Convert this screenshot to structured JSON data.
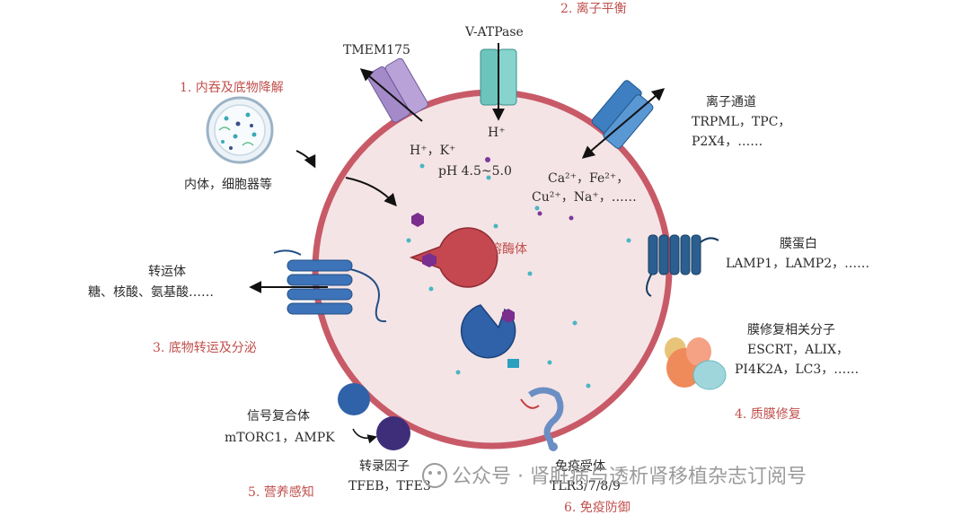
{
  "categories": {
    "c1": "1. 内吞及底物降解",
    "c2": "2. 离子平衡",
    "c3": "3. 底物转运及分泌",
    "c4": "4. 质膜修复",
    "c5": "5. 营养感知",
    "c6": "6. 免疫防御"
  },
  "center_label": "溶酶体",
  "labels": {
    "tmem175": "TMEM175",
    "vatpase": "V-ATPase",
    "h_k": "H⁺，K⁺",
    "h": "H⁺",
    "ph": "pH 4.5~5.0",
    "ions_1": "Ca²⁺，Fe²⁺，",
    "ions_2": "Cu²⁺，Na⁺，……",
    "channel_title": "离子通道",
    "channel_1": "TRPML，TPC，",
    "channel_2": "P2X4，……",
    "endosome": "内体，细胞器等",
    "transporter_title": "转运体",
    "transporter_sub": "糖、核酸、氨基酸……",
    "membrane_title": "膜蛋白",
    "membrane_sub": "LAMP1，LAMP2，……",
    "repair_title": "膜修复相关分子",
    "repair_1": "ESCRT，ALIX，",
    "repair_2": "PI4K2A，LC3，……",
    "signal_title": "信号复合体",
    "signal_sub": "mTORC1，AMPK",
    "tf_title": "转录因子",
    "tf_sub": "TFEB，TFE3",
    "immune_title": "免疫受体",
    "immune_sub": "TLR3/7/8/9"
  },
  "watermark": "公众号 · 肾脏病与透析肾移植杂志订阅号",
  "colors": {
    "lumen": "#f5e4e6",
    "membrane": "#c85a68",
    "category_red": "#c0504d",
    "channel_purple": "#a48ac8",
    "channel_teal": "#6dc4bd",
    "channel_blue": "#3d7fc1",
    "enzyme_red": "#c5474f",
    "enzyme_blue": "#2f62a8",
    "dots": "#4ab6c2"
  }
}
